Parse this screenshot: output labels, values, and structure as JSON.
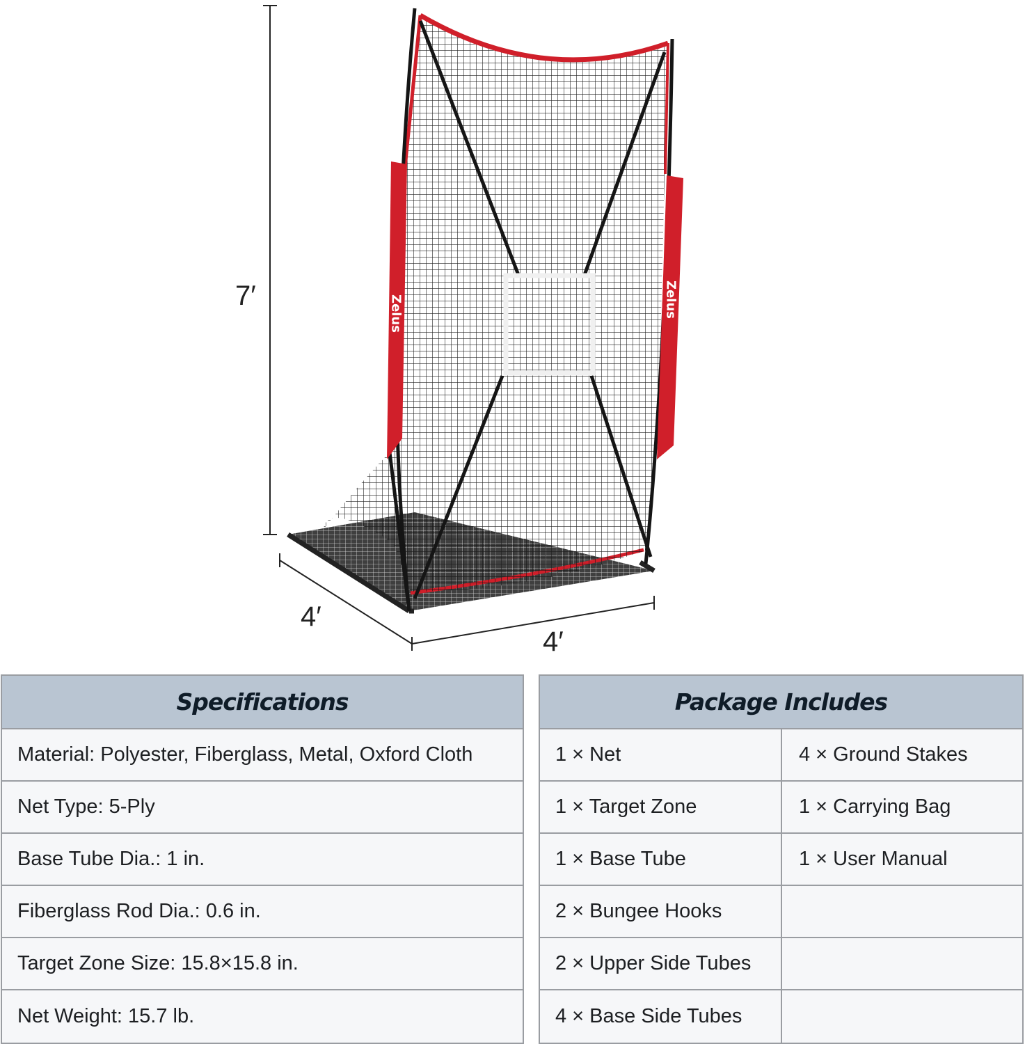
{
  "figure": {
    "product": "Baseball / softball pitching practice net with target zone",
    "brand_text": "Zelus",
    "dimensions": {
      "height_label": "7′",
      "depth_label": "4′",
      "width_label": "4′"
    },
    "colors": {
      "frame_red": "#d01f2a",
      "net_black": "#111111",
      "target_white": "#f2f2f2",
      "dimension_line": "#222222"
    }
  },
  "specifications": {
    "title": "Specifications",
    "rows": [
      "Material: Polyester, Fiberglass, Metal, Oxford Cloth",
      "Net Type: 5-Ply",
      "Base Tube Dia.: 1 in.",
      "Fiberglass Rod Dia.: 0.6 in.",
      "Target Zone Size: 15.8×15.8 in.",
      "Net Weight: 15.7 lb."
    ]
  },
  "package": {
    "title": "Package Includes",
    "rows": [
      [
        "1 × Net",
        "4 × Ground Stakes"
      ],
      [
        "1 × Target Zone",
        "1 × Carrying Bag"
      ],
      [
        "1 × Base Tube",
        "1 × User Manual"
      ],
      [
        "2 × Bungee Hooks",
        ""
      ],
      [
        "2 × Upper Side Tubes",
        ""
      ],
      [
        "4 × Base Side Tubes",
        ""
      ]
    ]
  },
  "style": {
    "header_bg": "#b9c5d2",
    "row_bg": "#f6f7f9",
    "border": "#9a9da2"
  }
}
